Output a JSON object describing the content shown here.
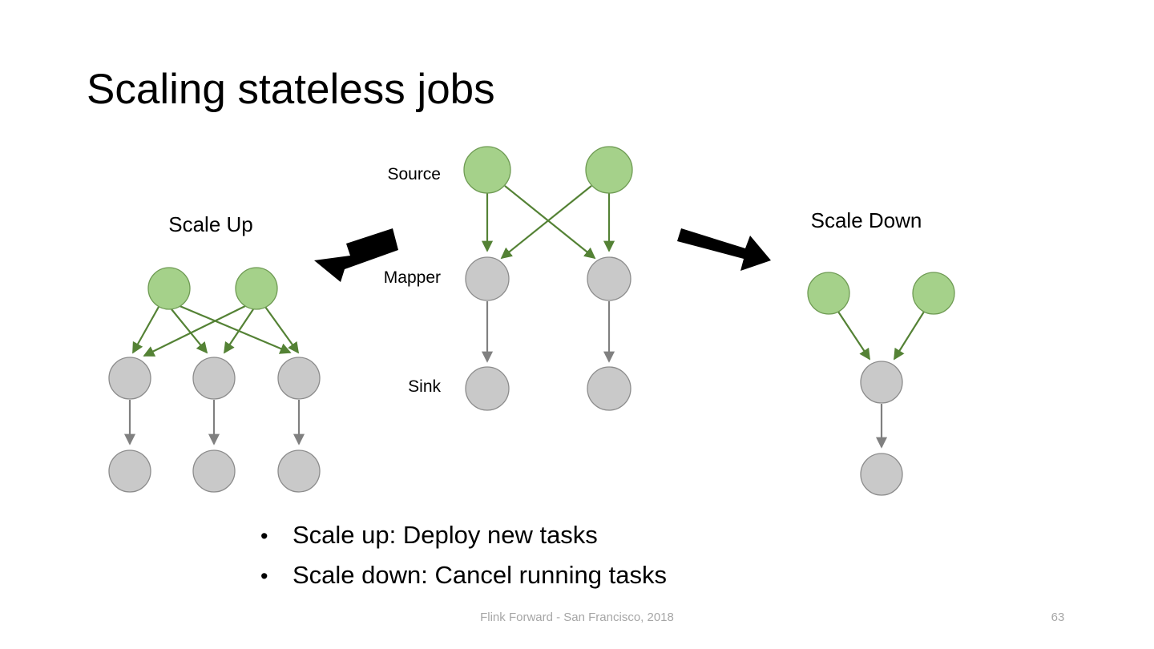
{
  "slide": {
    "title": "Scaling stateless jobs",
    "background": "#ffffff"
  },
  "colors": {
    "green_fill": "#a5d18a",
    "green_stroke": "#6f9b54",
    "gray_fill": "#c9c9c9",
    "gray_stroke": "#8c8c8c",
    "green_edge": "#548235",
    "gray_edge": "#808080",
    "black_arrow": "#000000",
    "footer_gray": "#a6a6a6"
  },
  "center_diagram": {
    "name": "original-job-graph",
    "stage_labels": [
      {
        "id": "source",
        "label": "Source"
      },
      {
        "id": "mapper",
        "label": "Mapper"
      },
      {
        "id": "sink",
        "label": "Sink"
      }
    ],
    "nodes": {
      "sources": 2,
      "mappers": 2,
      "sinks": 2
    }
  },
  "left_panel": {
    "title": "Scale Up",
    "arrow": "thick-black-arrow-left",
    "nodes": {
      "sources": 2,
      "mappers": 3,
      "sinks": 3
    }
  },
  "right_panel": {
    "title": "Scale Down",
    "arrow": "thick-black-arrow-right",
    "nodes": {
      "sources": 2,
      "mappers": 1,
      "sinks": 1
    }
  },
  "bullets": [
    {
      "marker": "•",
      "text": "Scale up: Deploy new tasks"
    },
    {
      "marker": "•",
      "text": "Scale down: Cancel running tasks"
    }
  ],
  "footer": {
    "text": "Flink Forward - San Francisco, 2018",
    "page_number": "63"
  }
}
